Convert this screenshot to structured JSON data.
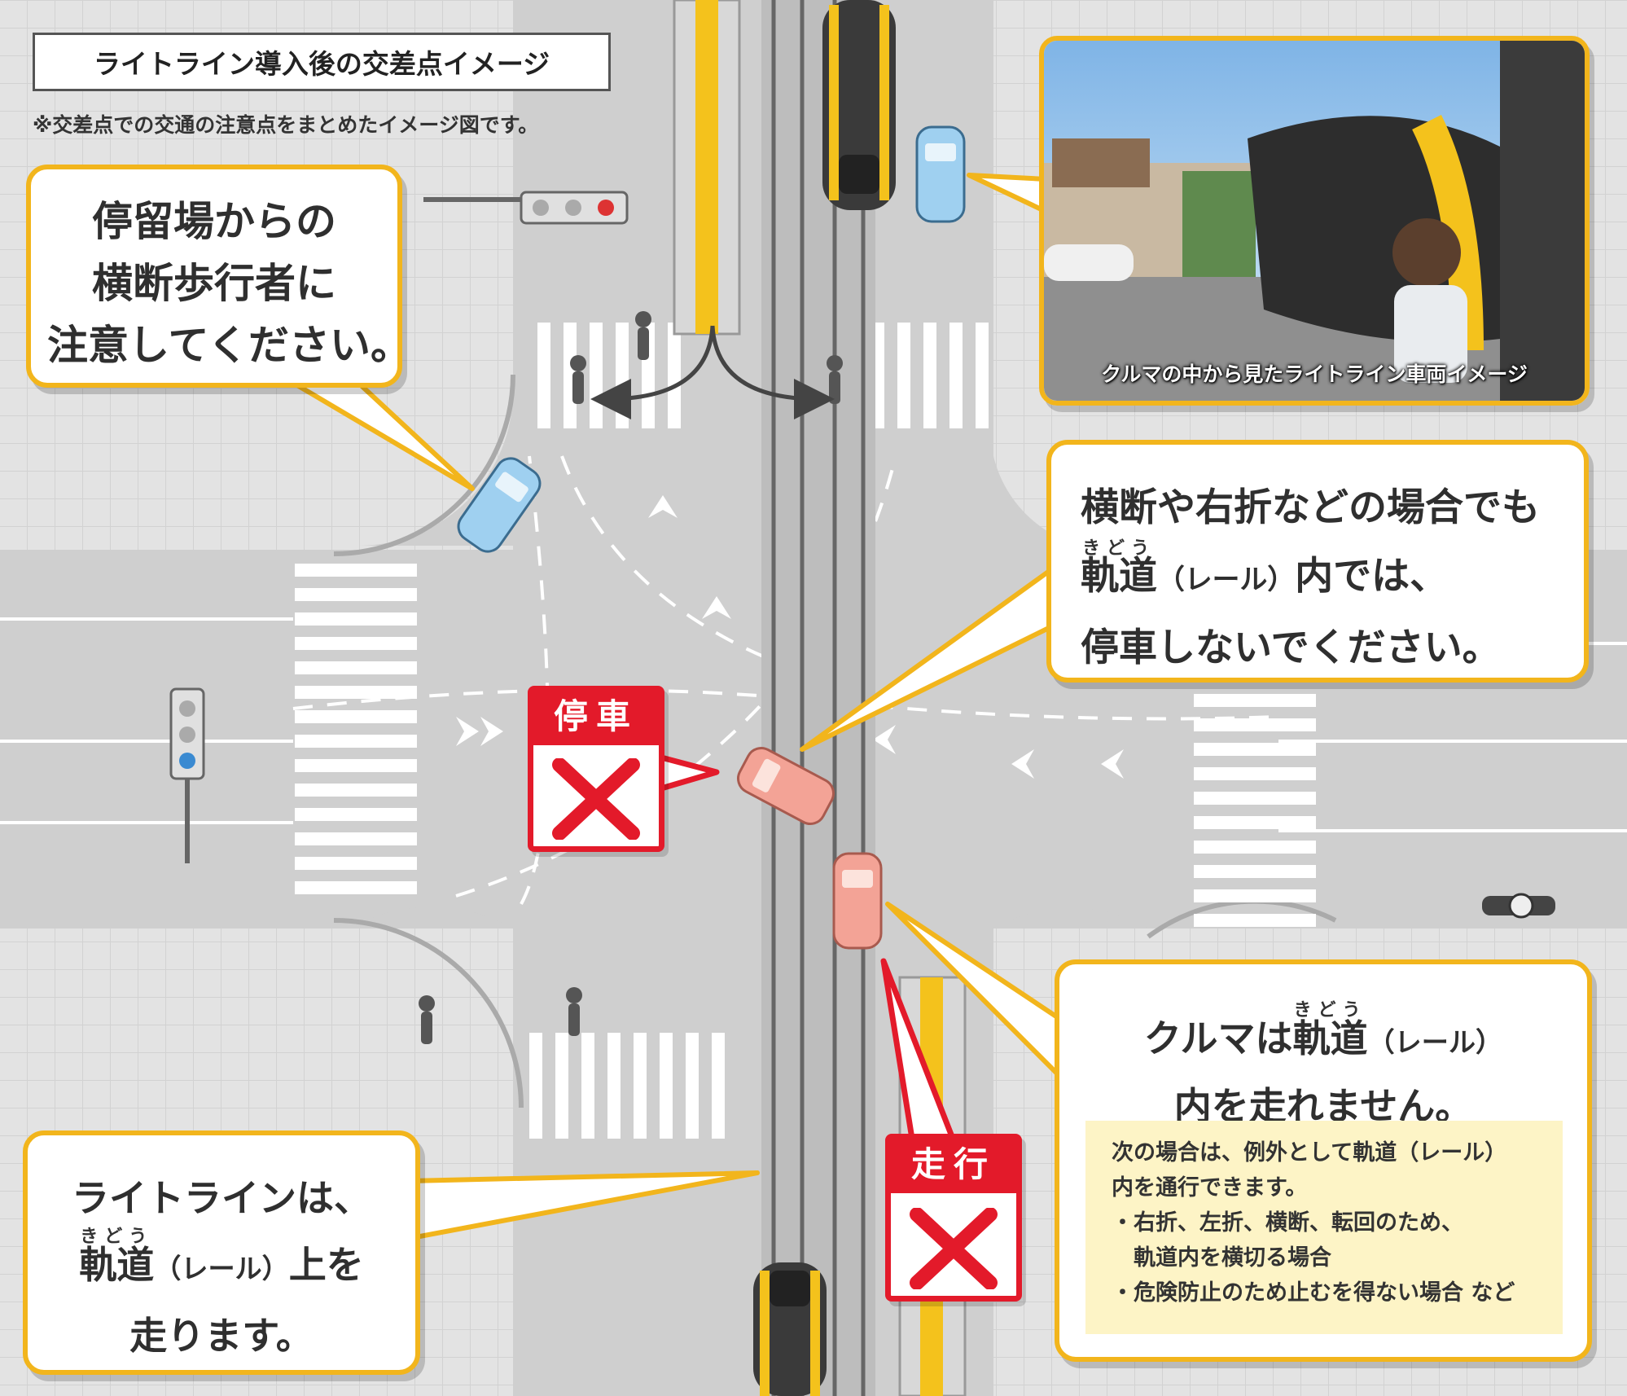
{
  "title": "ライトライン導入後の交差点イメージ",
  "subtitle": "※交差点での交通の注意点をまとめたイメージ図です。",
  "photo": {
    "caption": "クルマの中から見たライトライン車両イメージ"
  },
  "callouts": {
    "pedestrian": {
      "lines": [
        "停留場からの",
        "横断歩行者に",
        "注意してください。"
      ]
    },
    "no_stop": {
      "line1": "横断や右折などの場合でも",
      "kido_ruby": "きどう",
      "kido": "軌道",
      "paren": "（レール）",
      "line2_rest": "内では、",
      "line3": "停車しないでください。"
    },
    "rail": {
      "line1": "ライトラインは、",
      "kido_ruby": "きどう",
      "kido": "軌道",
      "paren": "（レール）",
      "line2_rest": "上を",
      "line3": "走ります。"
    },
    "no_run": {
      "line1_pre": "クルマは",
      "kido_ruby": "きどう",
      "kido": "軌道",
      "paren": "（レール）",
      "line2": "内を走れません。",
      "note_lines": [
        "次の場合は、例外として軌道（レール）",
        "内を通行できます。",
        "・右折、左折、横断、転回のため、",
        "　軌道内を横切る場合",
        "・危険防止のため止むを得ない場合 など"
      ]
    }
  },
  "signs": {
    "stop": "停車",
    "run": "走行"
  },
  "colors": {
    "accent_border": "#f2b51c",
    "prohibit_red": "#e31a2a",
    "road_gray": "#cfcfcf",
    "tram_yellow": "#f4c21c",
    "note_bg": "#fdf4c6"
  },
  "icons": [
    "traffic-signal-icon",
    "pedestrian-icon",
    "car-icon",
    "tram-icon",
    "cross-mark-icon",
    "bicycle-icon"
  ]
}
